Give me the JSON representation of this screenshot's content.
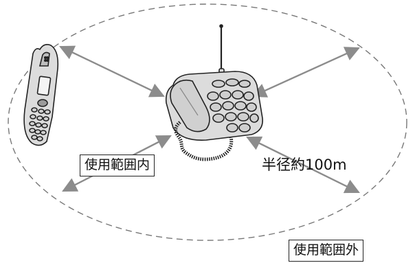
{
  "labels": {
    "inside_range": "使用範囲内",
    "radius": "半径約100m",
    "outside_range": "使用範囲外"
  },
  "colors": {
    "arrow": "#8c8c8c",
    "boundary": "#777777",
    "device_fill": "#dcdcdc",
    "device_stroke": "#222222"
  },
  "icons": {
    "handset": "cordless-handset-icon",
    "base": "telephone-base-unit-icon"
  }
}
